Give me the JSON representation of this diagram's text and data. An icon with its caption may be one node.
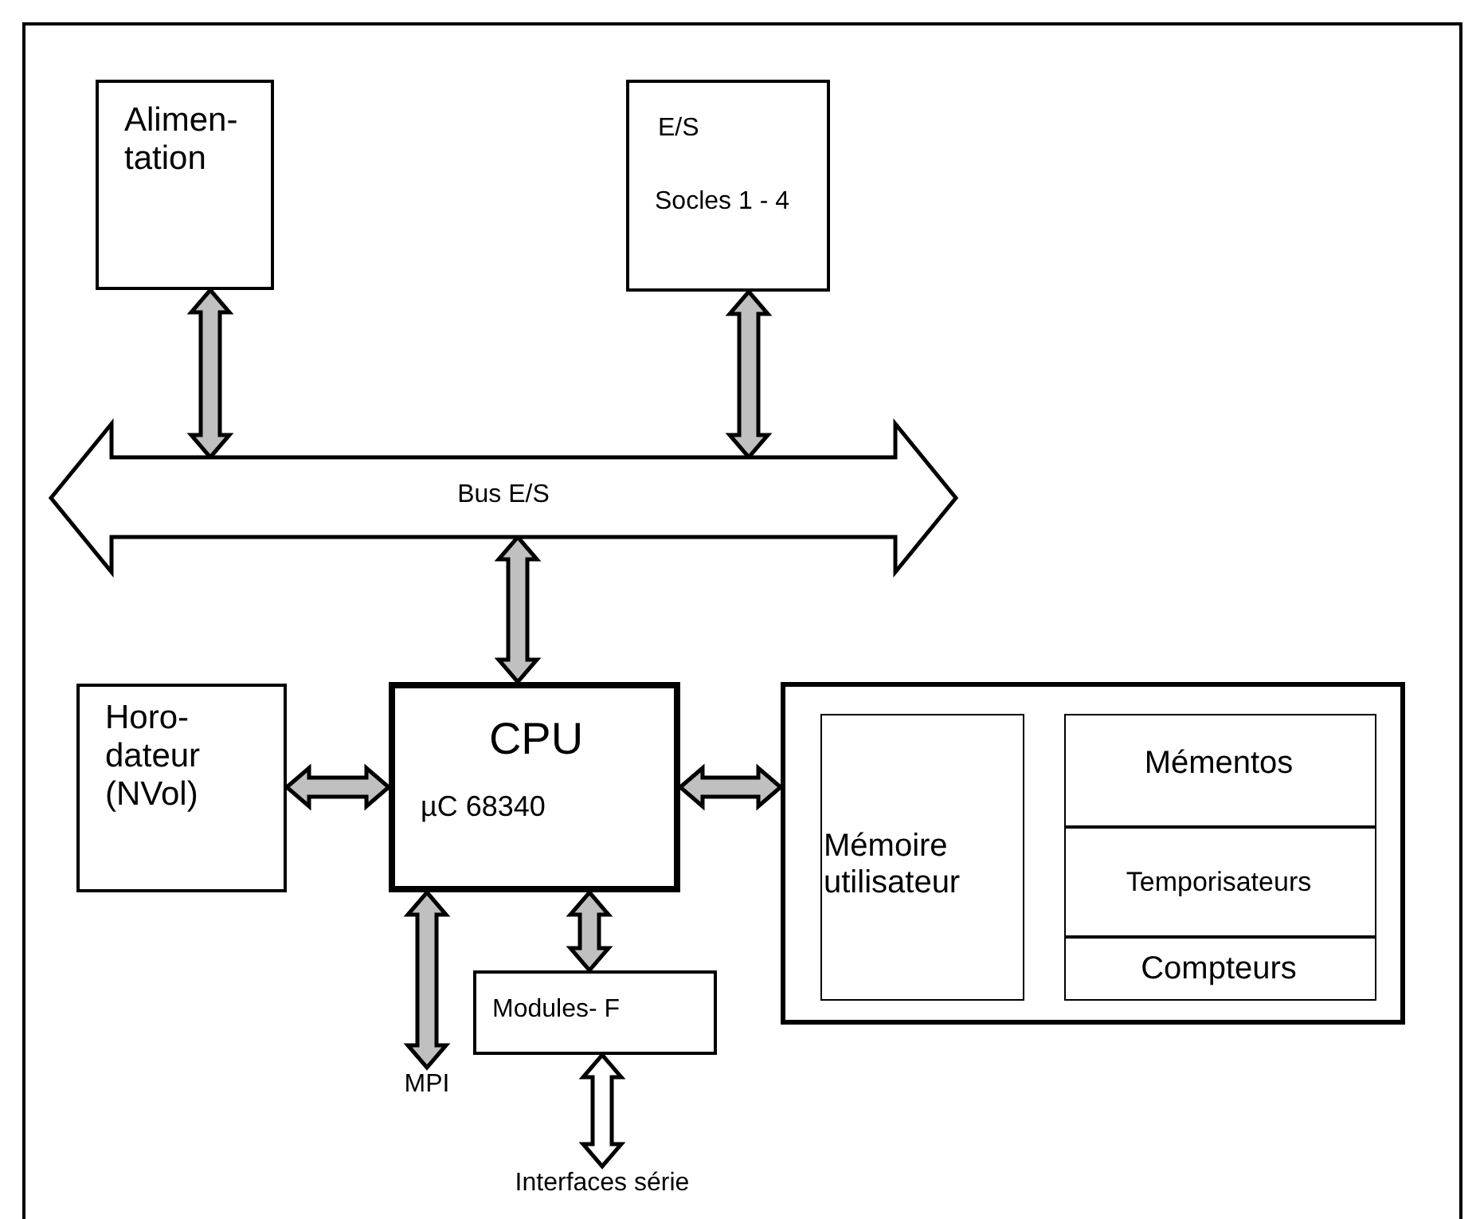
{
  "diagram": {
    "nodes": [
      {
        "text": [
          "Alimen- tation"
        ]
      },
      {
        "text": [
          "E/S",
          "Socles 1 - 4"
        ]
      },
      {
        "text": [
          "Bus E/S"
        ]
      },
      {
        "text": [
          "Horo- dateur (NVol)"
        ]
      },
      {
        "text": [
          "CPU",
          "µC 68340"
        ]
      },
      {
        "text": [],
        "shape": "box"
      },
      {
        "text": [
          "Mémoire utilisateur"
        ],
        "in": 5
      },
      {
        "text": [],
        "shape": "box",
        "in": 5
      },
      {
        "text": [
          "Mémentos"
        ],
        "in": 7
      },
      {
        "text": [
          "Temporisateurs"
        ],
        "in": 7
      },
      {
        "text": [
          "Compteurs"
        ],
        "in": 7
      },
      {
        "text": [
          "Modules- F"
        ]
      },
      {
        "text": [
          "MPI"
        ]
      },
      {
        "text": [
          "Interfaces série"
        ]
      }
    ],
    "edges": [
      {
        "from": 0,
        "to": 2,
        "arrow": "both"
      },
      {
        "from": 1,
        "to": 2,
        "arrow": "both"
      },
      {
        "from": 2,
        "to": 4,
        "arrow": "both"
      },
      {
        "from": 3,
        "to": 4,
        "arrow": "both"
      },
      {
        "from": 4,
        "to": 5,
        "arrow": "both"
      },
      {
        "from": 4,
        "to": 12,
        "arrow": "both"
      },
      {
        "from": 4,
        "to": 11,
        "arrow": "both"
      },
      {
        "from": 11,
        "to": 13,
        "arrow": "both",
        "color": "#ffffff"
      }
    ]
  }
}
